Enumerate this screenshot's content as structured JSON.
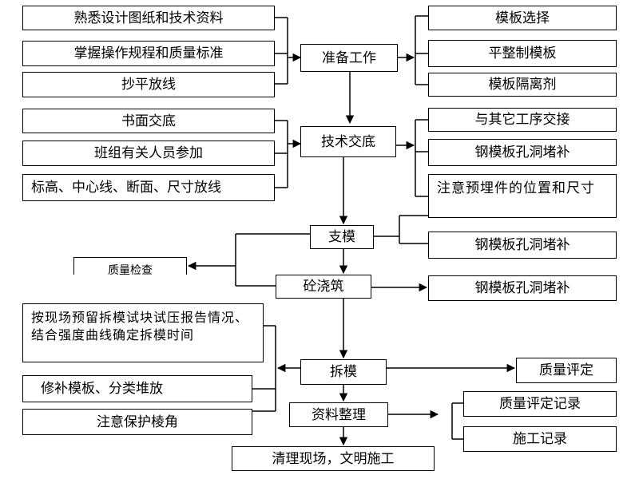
{
  "left": {
    "l1": "熟悉设计图纸和技术资料",
    "l2": "掌握操作规程和质量标准",
    "l3": "抄平放线",
    "l4": "书面交底",
    "l5": "班组有关人员参加",
    "l6": "标高、中心线、断面、尺寸放线",
    "l7": "质量检查",
    "l8": "按现场预留拆模试块试压报告情况、结合强度曲线确定拆模时间",
    "l9": "修补模板、分类堆放",
    "l10": "注意保护棱角"
  },
  "center": {
    "c1": "准备工作",
    "c2": "技术交底",
    "c3": "支模",
    "c4": "砼浇筑",
    "c5": "拆模",
    "c6": "资料整理",
    "c7": "清理现场，文明施工"
  },
  "right": {
    "r1": "模板选择",
    "r2": "平整制模板",
    "r3": "模板隔离剂",
    "r4": "与其它工序交接",
    "r5": "钢模板孔洞堵补",
    "r6": "注意预埋件的位置和尺寸",
    "r7": "钢模板孔洞堵补",
    "r8": "钢模板孔洞堵补",
    "r9": "质量评定",
    "r10": "质量评定记录",
    "r11": "施工记录"
  }
}
